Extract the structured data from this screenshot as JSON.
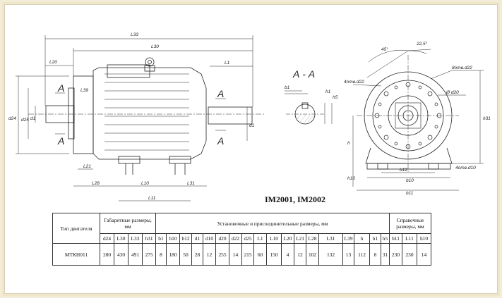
{
  "caption": "IM2001, IM2002",
  "section_label": "А - А",
  "view_labels": {
    "a1": "A",
    "a2": "A",
    "a3": "A",
    "a4": "A"
  },
  "dims": {
    "L33": "L33",
    "L30": "L30",
    "L1": "L1",
    "L20": "L20",
    "L39": "L39",
    "d24": "d24",
    "d25": "d25",
    "d1": "d1",
    "L21": "L21",
    "L28": "L28",
    "L10": "L10",
    "L31": "L31",
    "L11": "L11",
    "b1": "b1",
    "h1": "h1",
    "h5": "h5",
    "deg45": "45°",
    "deg22": "22,5°",
    "hole8": "8отв.d22",
    "hole4": "4отв.d22",
    "d20": "Ø d20",
    "h31": "h31",
    "h": "h",
    "h10": "h10",
    "b12": "b12",
    "b10": "b10",
    "b11": "b11",
    "holeb": "4отв.d10"
  },
  "table": {
    "type_header": "Тип двигателя",
    "group_gabarit": "Габаритные размеры, мм",
    "group_install": "Установочные и присоединительные размеры, мм",
    "group_ref": "Справочные размеры, мм",
    "columns": [
      "d24",
      "L30",
      "L33",
      "h31",
      "b1",
      "b10",
      "b12",
      "d1",
      "d10",
      "d20",
      "d22",
      "d25",
      "L1",
      "L10",
      "L20",
      "L21",
      "L28",
      "L31",
      "L39",
      "h",
      "h1",
      "h5",
      "b11",
      "L11",
      "h10"
    ],
    "row_label": "МТКН011",
    "values": [
      "280",
      "430",
      "491",
      "275",
      "8",
      "180",
      "50",
      "28",
      "12",
      "255",
      "14",
      "215",
      "60",
      "150",
      "4",
      "12",
      "102",
      "132",
      "13",
      "112",
      "8",
      "31",
      "230",
      "230",
      "14"
    ]
  }
}
